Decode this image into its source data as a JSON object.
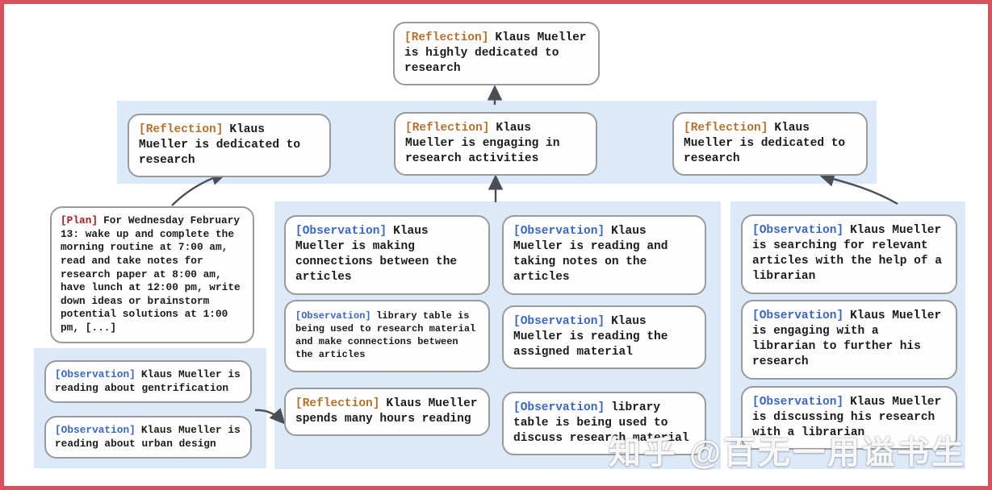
{
  "colors": {
    "frame_red": "#d9505f",
    "band_blue": "#dce9f8",
    "node_border": "#9a9a9a",
    "tag_reflection": "#b5722f",
    "tag_observation": "#3a67c6",
    "tag_plan": "#9e1f1f",
    "arrow_gray": "#4a4f55"
  },
  "watermark": "知乎 @百无一用谥书生",
  "nodes": {
    "root": {
      "tag": "[Reflection]",
      "text": "Klaus Mueller is highly dedicated to research"
    },
    "l2_left": {
      "tag": "[Reflection]",
      "text": "Klaus Mueller is dedicated to research"
    },
    "l2_mid": {
      "tag": "[Reflection]",
      "text": "Klaus Mueller is engaging in research activities"
    },
    "l2_right": {
      "tag": "[Reflection]",
      "text": "Klaus Mueller is dedicated to research"
    },
    "plan": {
      "tag": "[Plan]",
      "text": "For Wednesday February 13: wake up and complete the morning routine at 7:00 am, read and take notes for research paper at 8:00 am, have lunch at 12:00 pm, write down ideas or brainstorm potential solutions at 1:00 pm, [...]"
    },
    "left_obs1": {
      "tag": "[Observation]",
      "text": "Klaus Mueller is reading about gentrification"
    },
    "left_obs2": {
      "tag": "[Observation]",
      "text": "Klaus Mueller is reading about urban design"
    },
    "mid_c1_r1": {
      "tag": "[Observation]",
      "text": "Klaus Mueller is making connections between the articles"
    },
    "mid_c1_r2": {
      "tag": "[Observation]",
      "text": "library table is being used to research material and make connections between the articles"
    },
    "mid_c1_r3": {
      "tag": "[Reflection]",
      "text": "Klaus Mueller spends many hours reading"
    },
    "mid_c2_r1": {
      "tag": "[Observation]",
      "text": "Klaus Mueller is reading and taking notes on the articles"
    },
    "mid_c2_r2": {
      "tag": "[Observation]",
      "text": "Klaus Mueller is reading the assigned material"
    },
    "mid_c2_r3": {
      "tag": "[Observation]",
      "text": "library table is being used to discuss research material"
    },
    "right_r1": {
      "tag": "[Observation]",
      "text": "Klaus Mueller is searching for relevant articles with the help of a librarian"
    },
    "right_r2": {
      "tag": "[Observation]",
      "text": "Klaus Mueller is engaging with a librarian to further his research"
    },
    "right_r3": {
      "tag": "[Observation]",
      "text": "Klaus Mueller is discussing his research with a librarian"
    }
  }
}
